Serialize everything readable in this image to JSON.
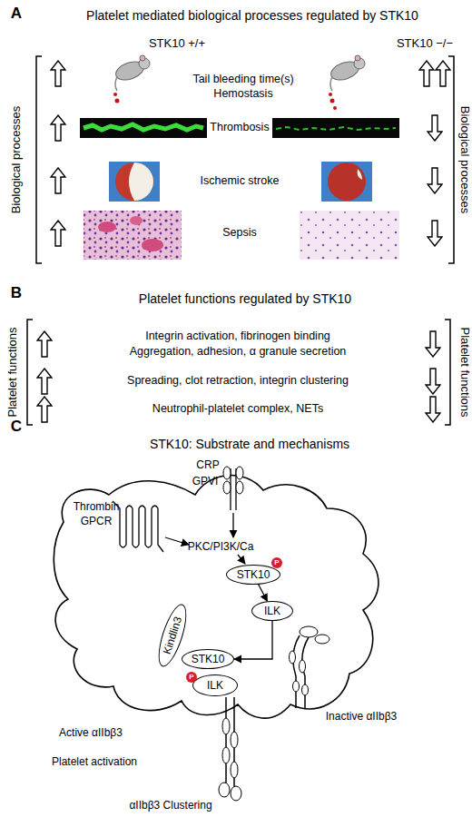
{
  "diagram": {
    "nodes": [
      {
        "text": [
          "STK10"
        ]
      },
      {
        "text": [
          "P"
        ]
      },
      {
        "text": [
          "ILK"
        ]
      },
      {
        "text": [
          "Kindlin3"
        ]
      },
      {
        "text": [
          "STK10"
        ]
      },
      {
        "text": [
          "ILK"
        ]
      },
      {
        "text": [
          "P"
        ]
      }
    ],
    "edges": [
      {
        "from": 0,
        "to": 2,
        "arrow": "to"
      },
      {
        "from": 2,
        "to": 4,
        "arrow": "to"
      }
    ],
    "labels": [
      "A",
      "Platelet mediated biological processes regulated by STK10",
      "STK10 +/+",
      "STK10 −/−",
      "Biological processes",
      "Biological processes",
      "Tail bleeding time(s)",
      "Hemostasis",
      "Thrombosis",
      "Ischemic stroke",
      "Sepsis",
      "B",
      "Platelet functions regulated by STK10",
      "Platelet functions",
      "Platelet functions",
      "Integrin activation, fibrinogen binding",
      "Aggregation, adhesion, α granule secretion",
      "Spreading, clot retraction, integrin clustering",
      "Neutrophil-platelet complex, NETs",
      "C",
      "STK10: Substrate and mechanisms",
      "Thrombin",
      "GPCR",
      "CRP",
      "GPVI",
      "PKC/PI3K/Ca",
      "Inactive αIIbβ3",
      "Active αIIbβ3",
      "Platelet activation",
      "αIIbβ3 Clustering"
    ]
  }
}
